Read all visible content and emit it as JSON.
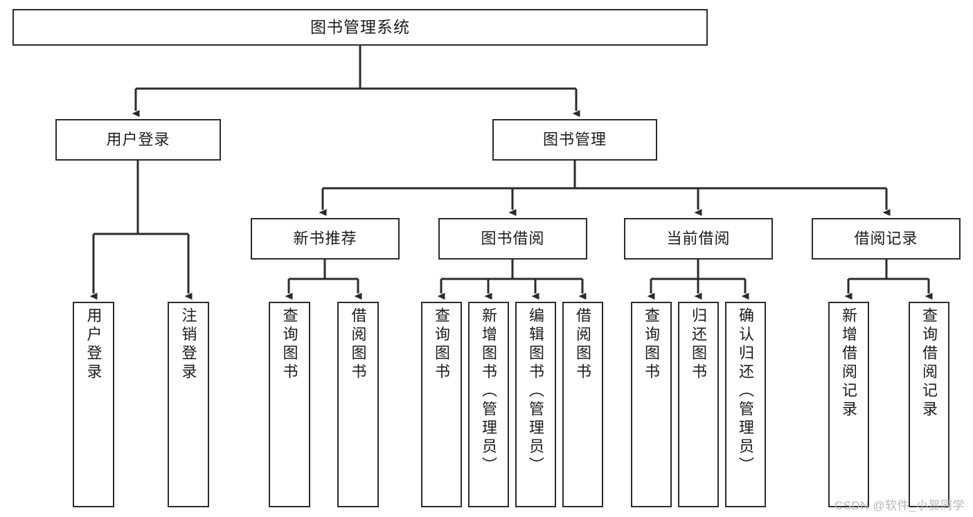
{
  "diagram": {
    "title": "图书管理系统",
    "type": "tree-hierarchy-chart",
    "watermark": "CSDN @软件_小贺同学",
    "colors": {
      "box_border": "#2b2b2b",
      "box_fill": "#ffffff",
      "connector": "#2b2b2b",
      "text": "#1b1b1b",
      "watermark": "#b7b7b7",
      "background": "#ffffff"
    },
    "root": {
      "label": "图书管理系统"
    },
    "level2": [
      {
        "id": "user-login",
        "label": "用户登录"
      },
      {
        "id": "book-manage",
        "label": "图书管理"
      }
    ],
    "level3": [
      {
        "id": "new-book-recommend",
        "label": "新书推荐",
        "parent": "book-manage"
      },
      {
        "id": "book-borrow",
        "label": "图书借阅",
        "parent": "book-manage"
      },
      {
        "id": "current-borrow",
        "label": "当前借阅",
        "parent": "book-manage"
      },
      {
        "id": "borrow-record",
        "label": "借阅记录",
        "parent": "book-manage"
      }
    ],
    "leaves": {
      "user-login": [
        {
          "id": "leaf-user-login",
          "label": "用户登录"
        },
        {
          "id": "leaf-user-logout",
          "label": "注销登录"
        }
      ],
      "new-book-recommend": [
        {
          "id": "leaf-query-book-1",
          "label": "查询图书"
        },
        {
          "id": "leaf-borrow-book-1",
          "label": "借阅图书"
        }
      ],
      "book-borrow": [
        {
          "id": "leaf-query-book-2",
          "label": "查询图书"
        },
        {
          "id": "leaf-add-book",
          "label": "新增图书（管理员）"
        },
        {
          "id": "leaf-edit-book",
          "label": "编辑图书（管理员）"
        },
        {
          "id": "leaf-borrow-book-2",
          "label": "借阅图书"
        }
      ],
      "current-borrow": [
        {
          "id": "leaf-query-book-3",
          "label": "查询图书"
        },
        {
          "id": "leaf-return-book",
          "label": "归还图书"
        },
        {
          "id": "leaf-confirm-return",
          "label": "确认归还（管理员）"
        }
      ],
      "borrow-record": [
        {
          "id": "leaf-add-record",
          "label": "新增借阅记录"
        },
        {
          "id": "leaf-query-record",
          "label": "查询借阅记录"
        }
      ]
    }
  }
}
